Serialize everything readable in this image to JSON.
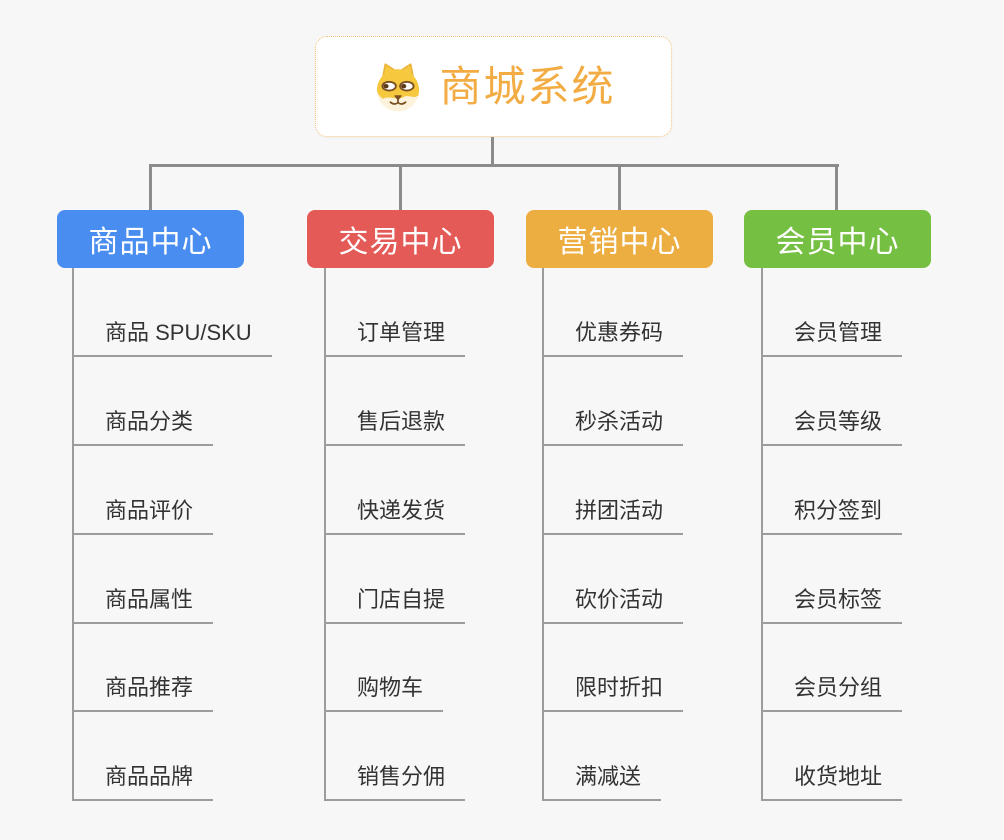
{
  "page": {
    "background": "#f7f7f8"
  },
  "root": {
    "title": "商城系统",
    "icon": "doge-dog-icon",
    "title_color": "#f2ac43",
    "border_color": "#f2c179"
  },
  "branches": [
    {
      "label": "商品中心",
      "color": "#4a8df0",
      "items": [
        "商品 SPU/SKU",
        "商品分类",
        "商品评价",
        "商品属性",
        "商品推荐",
        "商品品牌"
      ]
    },
    {
      "label": "交易中心",
      "color": "#e45a57",
      "items": [
        "订单管理",
        "售后退款",
        "快递发货",
        "门店自提",
        "购物车",
        "销售分佣"
      ]
    },
    {
      "label": "营销中心",
      "color": "#edae41",
      "items": [
        "优惠券码",
        "秒杀活动",
        "拼团活动",
        "砍价活动",
        "限时折扣",
        "满减送"
      ]
    },
    {
      "label": "会员中心",
      "color": "#75bf42",
      "items": [
        "会员管理",
        "会员等级",
        "积分签到",
        "会员标签",
        "会员分组",
        "收货地址"
      ]
    }
  ],
  "connector_color": "#8b8b8b",
  "leaf_line_color": "#9c9c9c"
}
